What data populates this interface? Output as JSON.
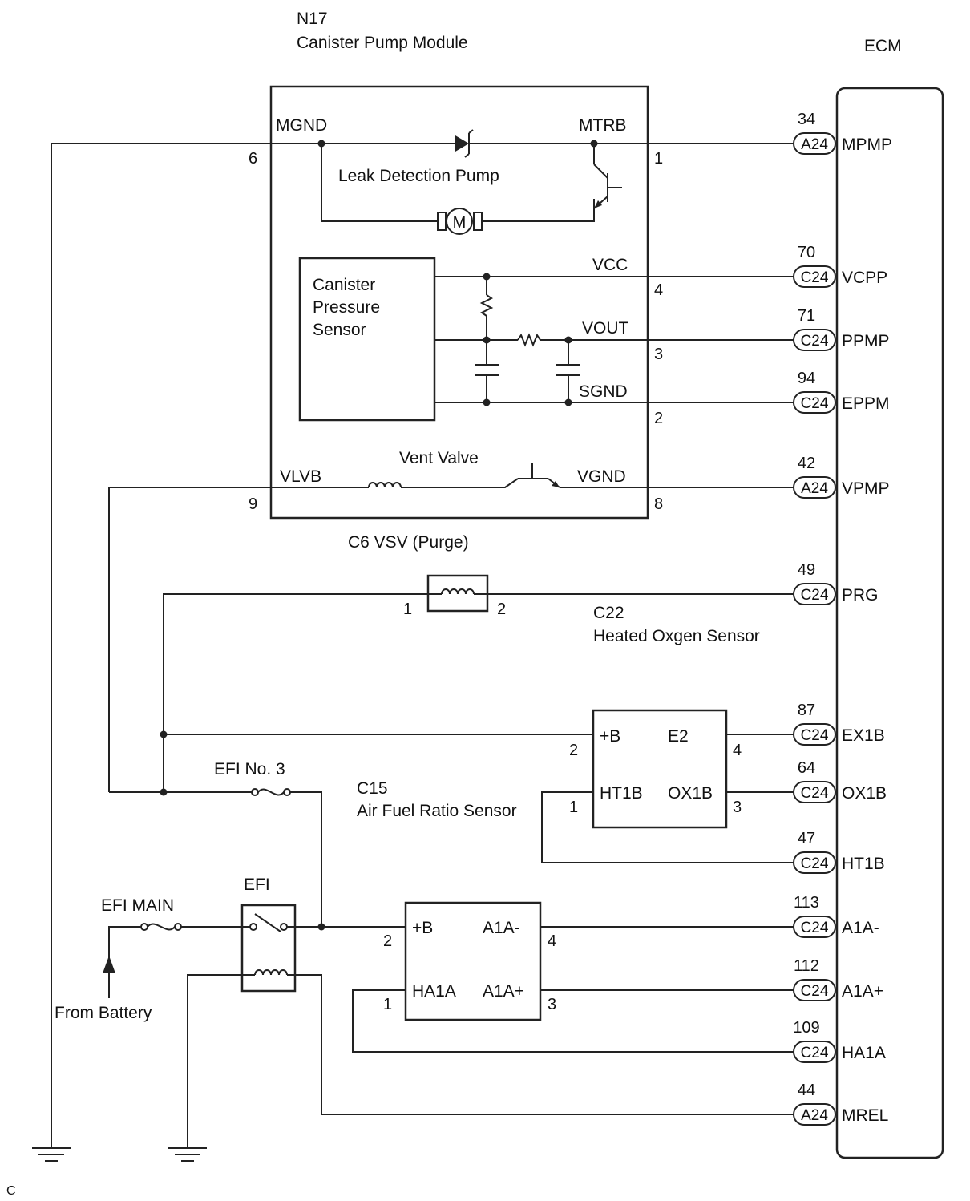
{
  "module": {
    "ref": "N17",
    "name": "Canister Pump Module"
  },
  "ecm": {
    "name": "ECM"
  },
  "components": {
    "leak_pump": "Leak Detection Pump",
    "motor_symbol": "M",
    "pressure_sensor": [
      "Canister",
      "Pressure",
      "Sensor"
    ],
    "vent_valve": "Vent Valve",
    "vsv": "C6 VSV (Purge)",
    "o2_sensor_ref": "C22",
    "o2_sensor_name": "Heated Oxgen Sensor",
    "af_sensor_ref": "C15",
    "af_sensor_name": "Air Fuel Ratio Sensor",
    "efi_no3": "EFI No. 3",
    "efi": "EFI",
    "efi_main": "EFI MAIN",
    "from_battery": "From Battery",
    "corner_mark": "C"
  },
  "module_terminals": {
    "mgnd": "MGND",
    "mtrb": "MTRB",
    "vcc": "VCC",
    "vout": "VOUT",
    "sgnd": "SGND",
    "vlvb": "VLVB",
    "vgnd": "VGND"
  },
  "module_pins": {
    "mgnd": "6",
    "mtrb": "1",
    "vcc": "4",
    "vout": "3",
    "sgnd": "2",
    "vlvb": "9",
    "vgnd": "8"
  },
  "vsv_pins": {
    "left": "1",
    "right": "2"
  },
  "o2_sensor": {
    "terminals": [
      "+B",
      "E2",
      "HT1B",
      "OX1B"
    ],
    "pins": {
      "b": "2",
      "e2": "4",
      "ht1b": "1",
      "ox1b": "3"
    }
  },
  "af_sensor": {
    "terminals": [
      "+B",
      "A1A-",
      "HA1A",
      "A1A+"
    ],
    "pins": {
      "b": "2",
      "a1a_minus": "4",
      "ha1a": "1",
      "a1a_plus": "3"
    }
  },
  "ecm_pins": [
    {
      "num": "34",
      "conn": "A24",
      "name": "MPMP"
    },
    {
      "num": "70",
      "conn": "C24",
      "name": "VCPP"
    },
    {
      "num": "71",
      "conn": "C24",
      "name": "PPMP"
    },
    {
      "num": "94",
      "conn": "C24",
      "name": "EPPM"
    },
    {
      "num": "42",
      "conn": "A24",
      "name": "VPMP"
    },
    {
      "num": "49",
      "conn": "C24",
      "name": "PRG"
    },
    {
      "num": "87",
      "conn": "C24",
      "name": "EX1B"
    },
    {
      "num": "64",
      "conn": "C24",
      "name": "OX1B"
    },
    {
      "num": "47",
      "conn": "C24",
      "name": "HT1B"
    },
    {
      "num": "113",
      "conn": "C24",
      "name": "A1A-"
    },
    {
      "num": "112",
      "conn": "C24",
      "name": "A1A+"
    },
    {
      "num": "109",
      "conn": "C24",
      "name": "HA1A"
    },
    {
      "num": "44",
      "conn": "A24",
      "name": "MREL"
    }
  ]
}
